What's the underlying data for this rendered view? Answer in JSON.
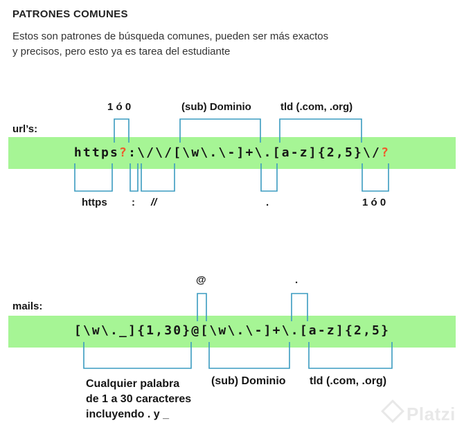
{
  "header": {
    "title": "PATRONES COMUNES",
    "description_line1": "Estos son patrones de búsqueda comunes, pueden ser más exactos",
    "description_line2": "y precisos, pero esto ya es tarea del estudiante"
  },
  "urls": {
    "row_label": "url’s:",
    "pattern_part1": "https",
    "pattern_optional1": "?",
    "pattern_part2": ":\\/\\/[\\w\\.\\-]+\\.[a-z]{2,5}\\/",
    "pattern_optional2": "?",
    "top_labels": [
      "1 ó 0",
      "(sub) Dominio",
      "tld (.com, .org)"
    ],
    "bottom_labels": [
      "https",
      ":",
      "//",
      ".",
      "1 ó 0"
    ]
  },
  "mails": {
    "row_label": "mails:",
    "pattern": "[\\w\\._]{1,30}@[\\w\\.\\-]+\\.[a-z]{2,5}",
    "top_labels": [
      "@",
      "."
    ],
    "bottom_labels": [
      "(sub) Dominio",
      "tld (.com, .org)"
    ],
    "note_line1": "Cualquier palabra",
    "note_line2": "de 1 a 30 caracteres",
    "note_line3": "incluyendo . y _"
  },
  "colors": {
    "band": "#a6f595",
    "bracket": "#3a9bc0",
    "optional_char": "#f0592a"
  },
  "watermark": {
    "brand": "Platzi"
  }
}
